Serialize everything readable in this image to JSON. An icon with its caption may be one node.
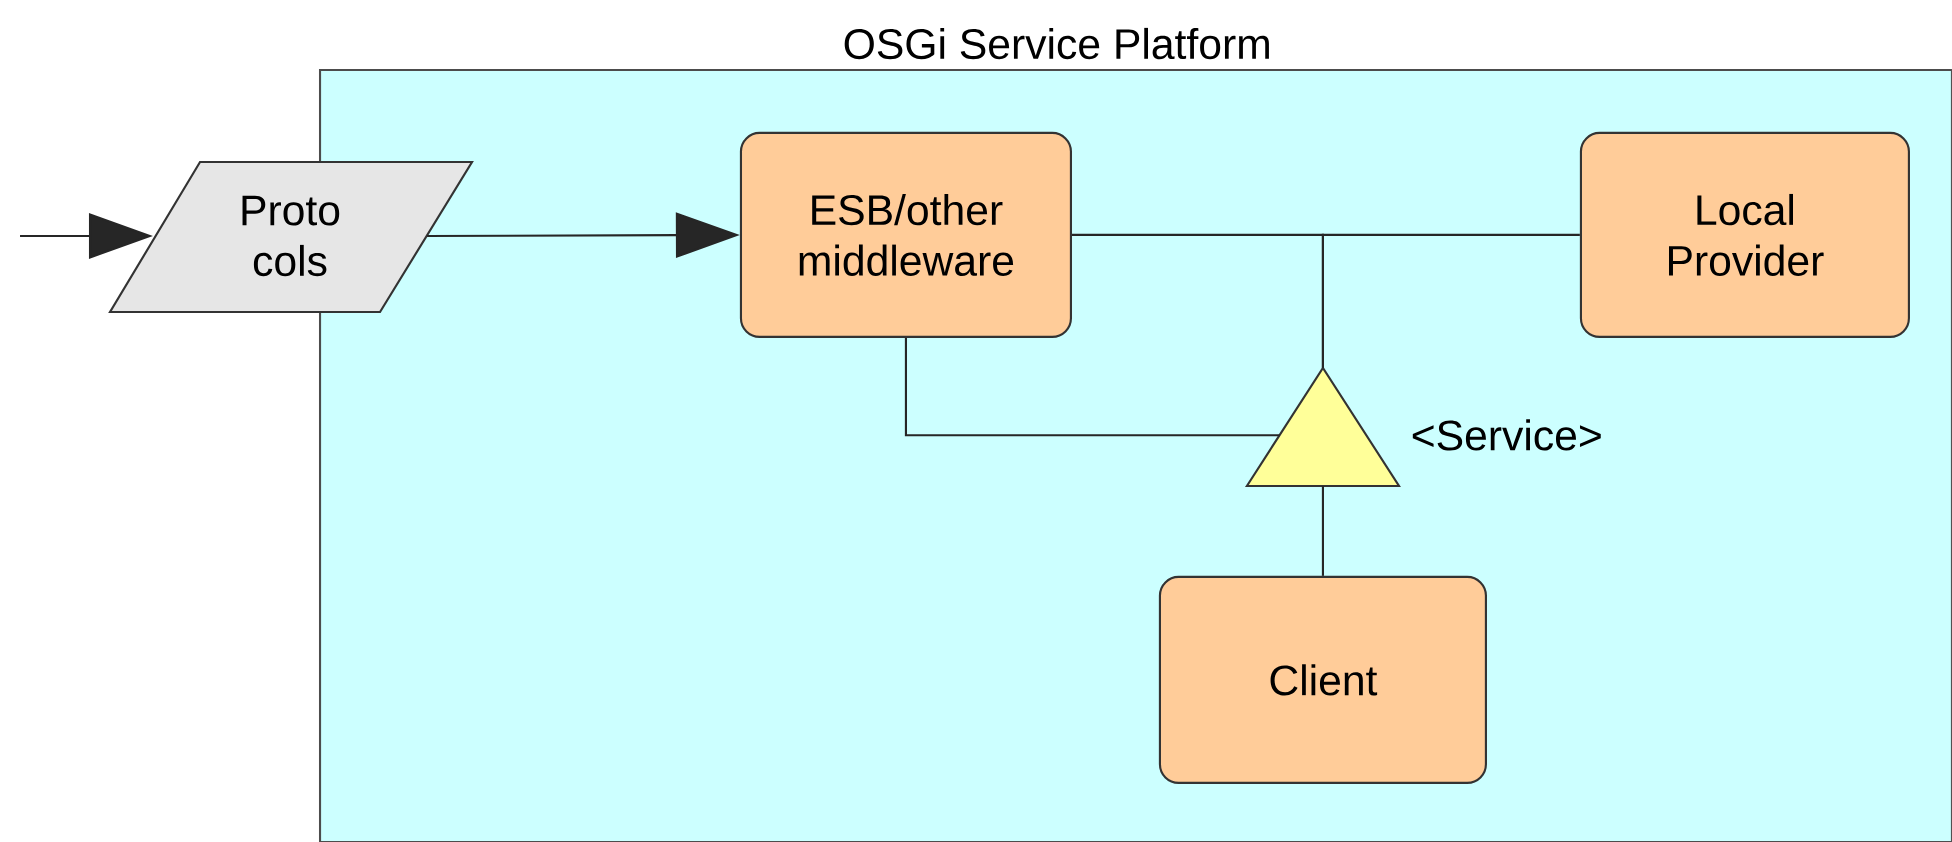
{
  "diagram": {
    "nodes": [
      {
        "text": [
          "OSGi Service Platform"
        ]
      },
      {
        "text": [
          "Proto cols"
        ]
      },
      {
        "text": [
          "ESB/other middleware"
        ],
        "in": 0
      },
      {
        "text": [
          "Local Provider"
        ],
        "in": 0
      },
      {
        "text": [],
        "shape": "triangle",
        "beside": [
          "<Service>"
        ],
        "in": 0
      },
      {
        "text": [
          "Client"
        ],
        "in": 0
      }
    ],
    "edges": [
      {
        "from": null,
        "to": 1,
        "arrow": "to"
      },
      {
        "from": 1,
        "to": 2,
        "arrow": "to"
      },
      {
        "from": 4,
        "to": 2,
        "arrow": "none"
      },
      {
        "from": 4,
        "to": 3,
        "arrow": "none"
      },
      {
        "from": 2,
        "to": 4,
        "arrow": "none"
      },
      {
        "from": 4,
        "to": 5,
        "arrow": "none"
      }
    ]
  }
}
